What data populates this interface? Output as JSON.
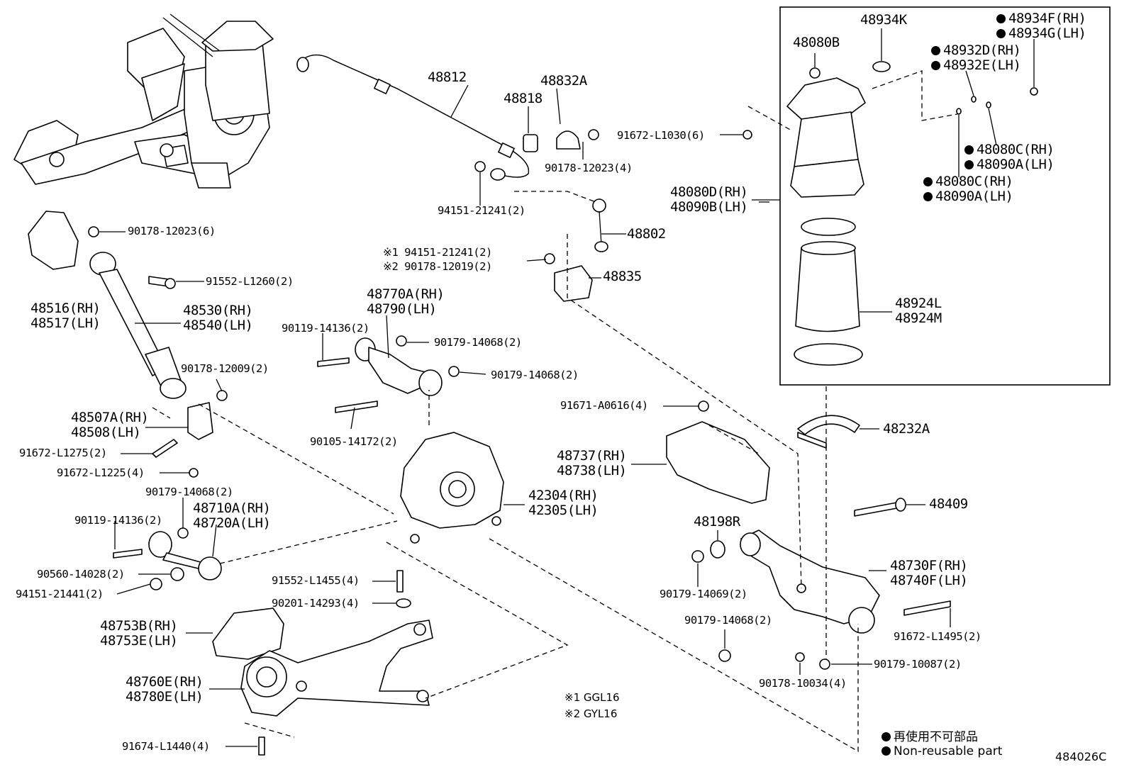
{
  "labels": {
    "l48812": "48812",
    "l48832a": "48832A",
    "l48818": "48818",
    "l90178_12023_4": "90178-12023(4)",
    "l94151_21241_2": "94151-21241(2)",
    "l48802": "48802",
    "l48835": "48835",
    "l90178_12023_6": "90178-12023(6)",
    "l91552_l1260": "91552-L1260(2)",
    "l48516": "48516(RH)",
    "l48517": "48517(LH)",
    "l48530": "48530(RH)",
    "l48540": "48540(LH)",
    "l90178_12009": "90178-12009(2)",
    "l48507a": "48507A(RH)",
    "l48508": "48508(LH)",
    "l91672_l1275": "91672-L1275(2)",
    "l91672_l1225": "91672-L1225(4)",
    "l90179_14068_a": "90179-14068(2)",
    "l90119_14136_a": "90119-14136(2)",
    "l48710a": "48710A(RH)",
    "l48720a": "48720A(LH)",
    "l90560_14028": "90560-14028(2)",
    "l94151_21441": "94151-21441(2)",
    "l90119_14136_b": "90119-14136(2)",
    "l48770a": "48770A(RH)",
    "l48790": "48790(LH)",
    "l90179_14068_b": "90179-14068(2)",
    "l90179_14068_c": "90179-14068(2)",
    "l90105_14172": "90105-14172(2)",
    "l42304": "42304(RH)",
    "l42305": "42305(LH)",
    "l91552_l1455": "91552-L1455(4)",
    "l90201_14293": "90201-14293(4)",
    "l48753b": "48753B(RH)",
    "l48753e": "48753E(LH)",
    "l48760e": "48760E(RH)",
    "l48780e": "48780E(LH)",
    "l91674_l1440": "91674-L1440(4)",
    "l91671_a0616": "91671-A0616(4)",
    "l48737": "48737(RH)",
    "l48738": "48738(LH)",
    "l48198r": "48198R",
    "l90179_14069": "90179-14069(2)",
    "l90179_14068_d": "90179-14068(2)",
    "l90178_10034": "90178-10034(4)",
    "l90179_10087": "90179-10087(2)",
    "l91672_l1495": "91672-L1495(2)",
    "l48730f": "48730F(RH)",
    "l48740f": "48740F(LH)",
    "l48409": "48409",
    "l48232a": "48232A",
    "l91672_l1030": "91672-L1030(6)",
    "l48080d": "48080D(RH)",
    "l48090b": "48090B(LH)",
    "l48080b": "48080B",
    "l48934k": "48934K",
    "l48934f": "48934F(RH)",
    "l48934g": "48934G(LH)",
    "l48932d": "48932D(RH)",
    "l48932e": "48932E(LH)",
    "l48080c_a": "48080C(RH)",
    "l48090a_a": "48090A(LH)",
    "l48080c_b": "48080C(RH)",
    "l48090a_b": "48090A(LH)",
    "l48924l": "48924L",
    "l48924m": "48924M"
  },
  "special": {
    "s1_line": "※1 94151-21241(2)",
    "s2_line": "※2 90178-12019(2)",
    "note1": "※1 GGL16",
    "note2": "※2 GYL16"
  },
  "legend": {
    "line1": "再使用不可部品",
    "line2": "Non-reusable part"
  },
  "figure_code": "484026C"
}
